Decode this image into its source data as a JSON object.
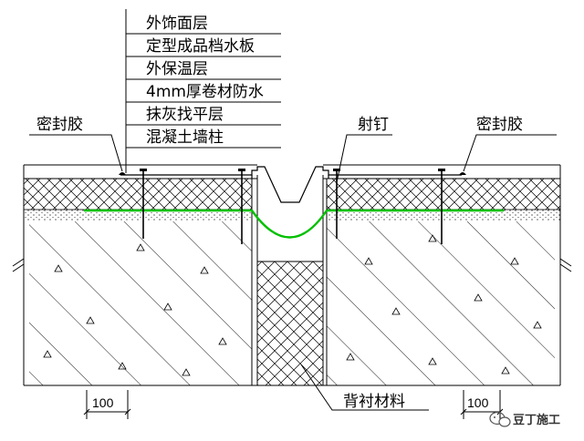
{
  "layer_labels": [
    "外饰面层",
    "定型成品档水板",
    "外保温层",
    "4mm厚卷材防水",
    "抹灰找平层",
    "混凝土墙柱"
  ],
  "callouts": {
    "sealant_left": "密封胶",
    "nail": "射钉",
    "sealant_right": "密封胶",
    "backing": "背衬材料"
  },
  "dimensions": {
    "left": "100",
    "right": "100"
  },
  "watermark": {
    "text": "豆丁施工",
    "icon": "wechat-icon"
  },
  "colors": {
    "membrane": "#00c000",
    "line": "#000000"
  }
}
